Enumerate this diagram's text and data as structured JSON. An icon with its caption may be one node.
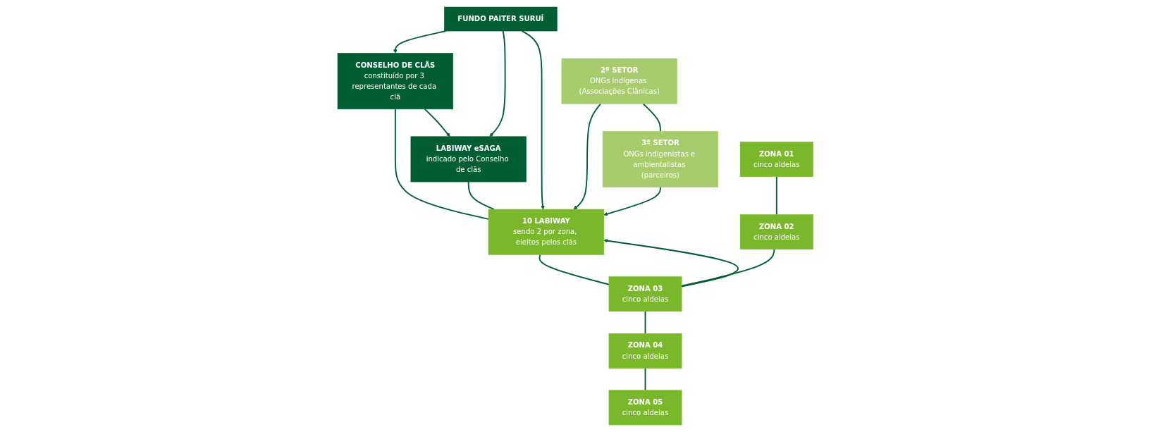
{
  "diagram": {
    "nodes": [
      {
        "text": [
          "CONSELHO DE CLÃS",
          "constituído por 3 representantes de cada clã"
        ]
      },
      {
        "text": [
          "LABIWAY eSAGA",
          "indicado pelo Conselho de clãs"
        ]
      },
      {
        "text": [
          "10 LABIWAY",
          "sendo 2 por zona, eleitos pelos clãs"
        ]
      },
      {
        "text": [
          "2º SETOR",
          "ONGs indígenas (Associações Clânicas)"
        ]
      },
      {
        "text": [
          "3º SETOR",
          "ONGs indigenistas e ambientalistas (parceiros)"
        ]
      },
      {
        "text": [
          "FUNDO PAITER SURUÍ"
        ]
      },
      {
        "text": [
          "ZONA 01",
          "cinco aldeias"
        ]
      },
      {
        "text": [
          "ZONA 02",
          "cinco aldeias"
        ]
      },
      {
        "text": [
          "ZONA 03",
          "cinco aldeias"
        ]
      },
      {
        "text": [
          "ZONA 04",
          "cinco aldeias"
        ]
      },
      {
        "text": [
          "ZONA 05",
          "cinco aldeias"
        ]
      }
    ],
    "edges": [
      {
        "from": 0,
        "to": 1,
        "arrow": "to"
      },
      {
        "from": 0,
        "to": 2,
        "arrow": "none"
      },
      {
        "from": 1,
        "to": 2,
        "arrow": "none"
      },
      {
        "from": 5,
        "to": 0,
        "arrow": "to"
      },
      {
        "from": 5,
        "to": 2,
        "arrow": "to"
      },
      {
        "from": 5,
        "to": 1,
        "arrow": "to"
      },
      {
        "from": 3,
        "to": 4,
        "arrow": "none"
      },
      {
        "from": 3,
        "to": 2,
        "arrow": "to"
      },
      {
        "from": 4,
        "to": 2,
        "arrow": "to"
      },
      {
        "from": 2,
        "to": 8,
        "arrow": "none"
      },
      {
        "from": 8,
        "to": 2,
        "arrow": "to"
      },
      {
        "from": 6,
        "to": 7,
        "arrow": "none"
      },
      {
        "from": 7,
        "to": 8,
        "arrow": "none"
      },
      {
        "from": 8,
        "to": 9,
        "arrow": "none"
      },
      {
        "from": 9,
        "to": 10,
        "arrow": "none"
      }
    ]
  }
}
